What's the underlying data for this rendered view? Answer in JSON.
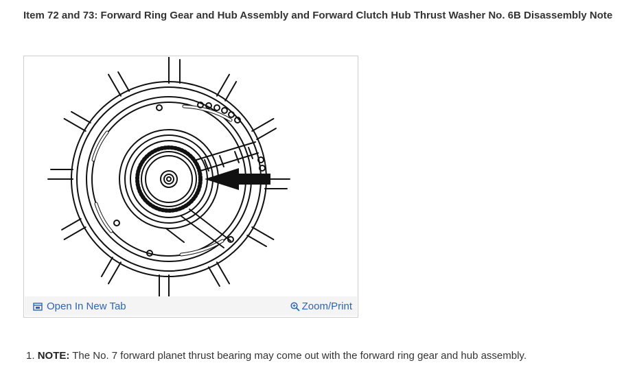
{
  "page": {
    "title": "Item 72 and 73: Forward Ring Gear and Hub Assembly and Forward Clutch Hub Thrust Washer No. 6B Disassembly Note"
  },
  "figure": {
    "open_tab_label": "Open In New Tab",
    "open_tab_icon": "open-new-tab-icon",
    "zoom_label": "Zoom/Print",
    "zoom_icon": "magnifier-zoom-icon",
    "link_color": "#2f64b3"
  },
  "notes": [
    {
      "number": "1.",
      "label": "NOTE:",
      "text": " The No. 7 forward planet thrust bearing may come out with the forward ring gear and hub assembly."
    }
  ]
}
